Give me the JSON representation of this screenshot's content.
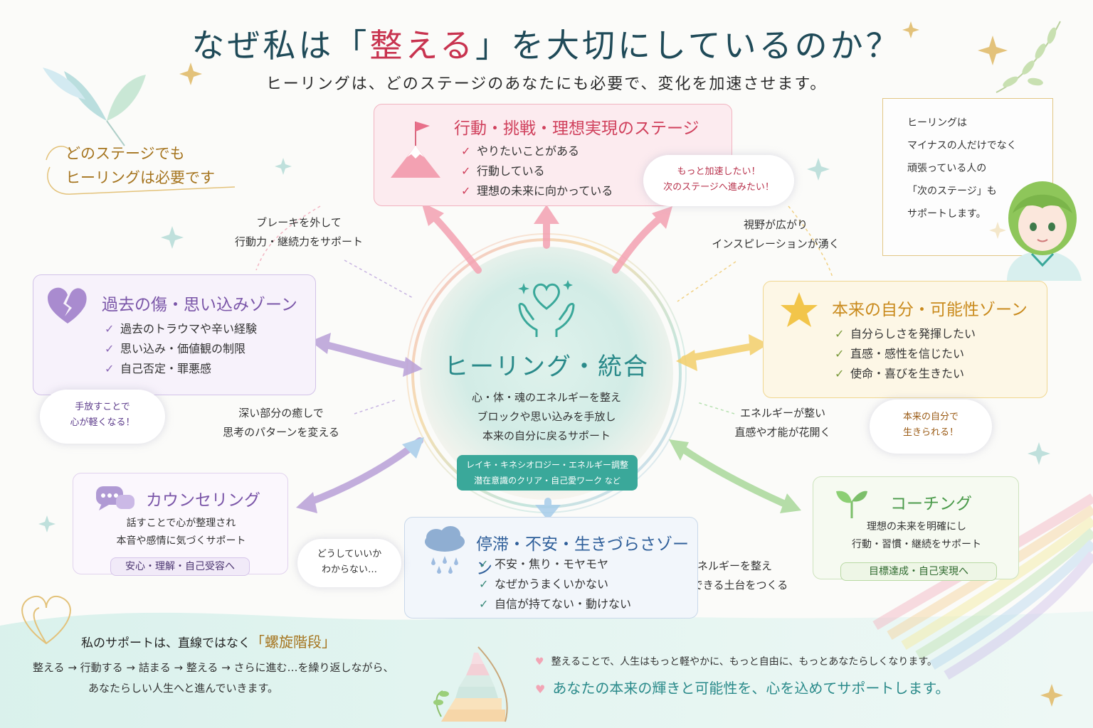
{
  "title": {
    "before": "なぜ私は「",
    "highlight": "整える",
    "after": "」を大切にしているのか？"
  },
  "subtitle": "ヒーリングは、どのステージのあなたにも必要で、変化を加速させます。",
  "left_banner": {
    "line1": "どのステージでも",
    "line2": "ヒーリングは必要です"
  },
  "right_card": {
    "lines": [
      "ヒーリングは",
      "マイナスの人だけでなく",
      "頑張っている人の",
      "「次のステージ」も",
      "サポートします。"
    ]
  },
  "top_stage": {
    "title": "行動・挑戦・理想実現のステージ",
    "items": [
      "やりたいことがある",
      "行動している",
      "理想の未来に向かっている"
    ]
  },
  "top_cloud": {
    "line1": "もっと加速したい！",
    "line2": "次のステージへ進みたい！"
  },
  "past_zone": {
    "title": "過去の傷・思い込みゾーン",
    "items": [
      "過去のトラウマや辛い経験",
      "思い込み・価値観の制限",
      "自己否定・罪悪感"
    ]
  },
  "past_cloud": {
    "line1": "手放すことで",
    "line2": "心が軽くなる！"
  },
  "true_zone": {
    "title": "本来の自分・可能性ゾーン",
    "items": [
      "自分らしさを発揮したい",
      "直感・感性を信じたい",
      "使命・喜びを生きたい"
    ]
  },
  "true_cloud": {
    "line1": "本来の自分で",
    "line2": "生きられる！"
  },
  "stuck_zone": {
    "title": "停滞・不安・生きづらさゾーン",
    "items": [
      "不安・焦り・モヤモヤ",
      "なぜかうまくいかない",
      "自信が持てない・動けない"
    ]
  },
  "stuck_cloud": {
    "line1": "どうしていいか",
    "line2": "わからない…"
  },
  "counseling": {
    "title": "カウンセリング",
    "line1": "話すことで心が整理され",
    "line2": "本音や感情に気づくサポート",
    "pill": "安心・理解・自己受容へ"
  },
  "coaching": {
    "title": "コーチング",
    "line1": "理想の未来を明確にし",
    "line2": "行動・習慣・継続をサポート",
    "pill": "目標達成・自己実現へ"
  },
  "center": {
    "title": "ヒーリング・統合",
    "lines": [
      "心・体・魂のエネルギーを整え",
      "ブロックや思い込みを手放し",
      "本来の自分に戻るサポート"
    ],
    "methods1": "レイキ・キネシオロジー・エネルギー調整",
    "methods2": "潜在意識のクリア・自己愛ワーク",
    "methods_suffix": "など"
  },
  "notes": {
    "brake": {
      "line1": "ブレーキを外して",
      "line2": "行動力・継続力をサポート"
    },
    "vision": {
      "line1": "視野が広がり",
      "line2": "インスピレーションが湧く"
    },
    "deep": {
      "line1": "深い部分の癒しで",
      "line2": "思考のパターンを変える"
    },
    "energy": {
      "line1": "エネルギーが整い",
      "line2": "直感や才能が花開く"
    },
    "foundation": {
      "line1": "エネルギーを整え",
      "line2": "安心できる土台をつくる"
    }
  },
  "bottom_left": {
    "heading_before": "私のサポートは、直線ではなく",
    "heading_highlight": "「螺旋階段」",
    "line1": "整える → 行動する → 詰まる → 整える → さらに進む…を繰り返しながら、",
    "line2": "あなたらしい人生へと進んでいきます。"
  },
  "bottom_right": {
    "line1": "整えることで、人生はもっと軽やかに、もっと自由に、もっとあなたらしくなります。",
    "line2": "あなたの本来の輝きと可能性を、心を込めてサポートします。"
  },
  "colors": {
    "title": "#1f4a58",
    "highlight": "#c8334f",
    "pink": "#e8708a",
    "purple": "#8e6bb8",
    "gold": "#e0b040",
    "blue": "#4f7fb0",
    "green": "#7cbf6a",
    "teal": "#3aa89a"
  },
  "icons": [
    "leaf-icon",
    "mountain-flag-icon",
    "broken-heart-icon",
    "star-icon",
    "heart-hands-icon",
    "chat-bubbles-icon",
    "sprout-icon",
    "rain-cloud-icon",
    "spiral-stairs-icon",
    "girl-avatar-icon",
    "rainbow-icon",
    "sparkle-icon"
  ]
}
